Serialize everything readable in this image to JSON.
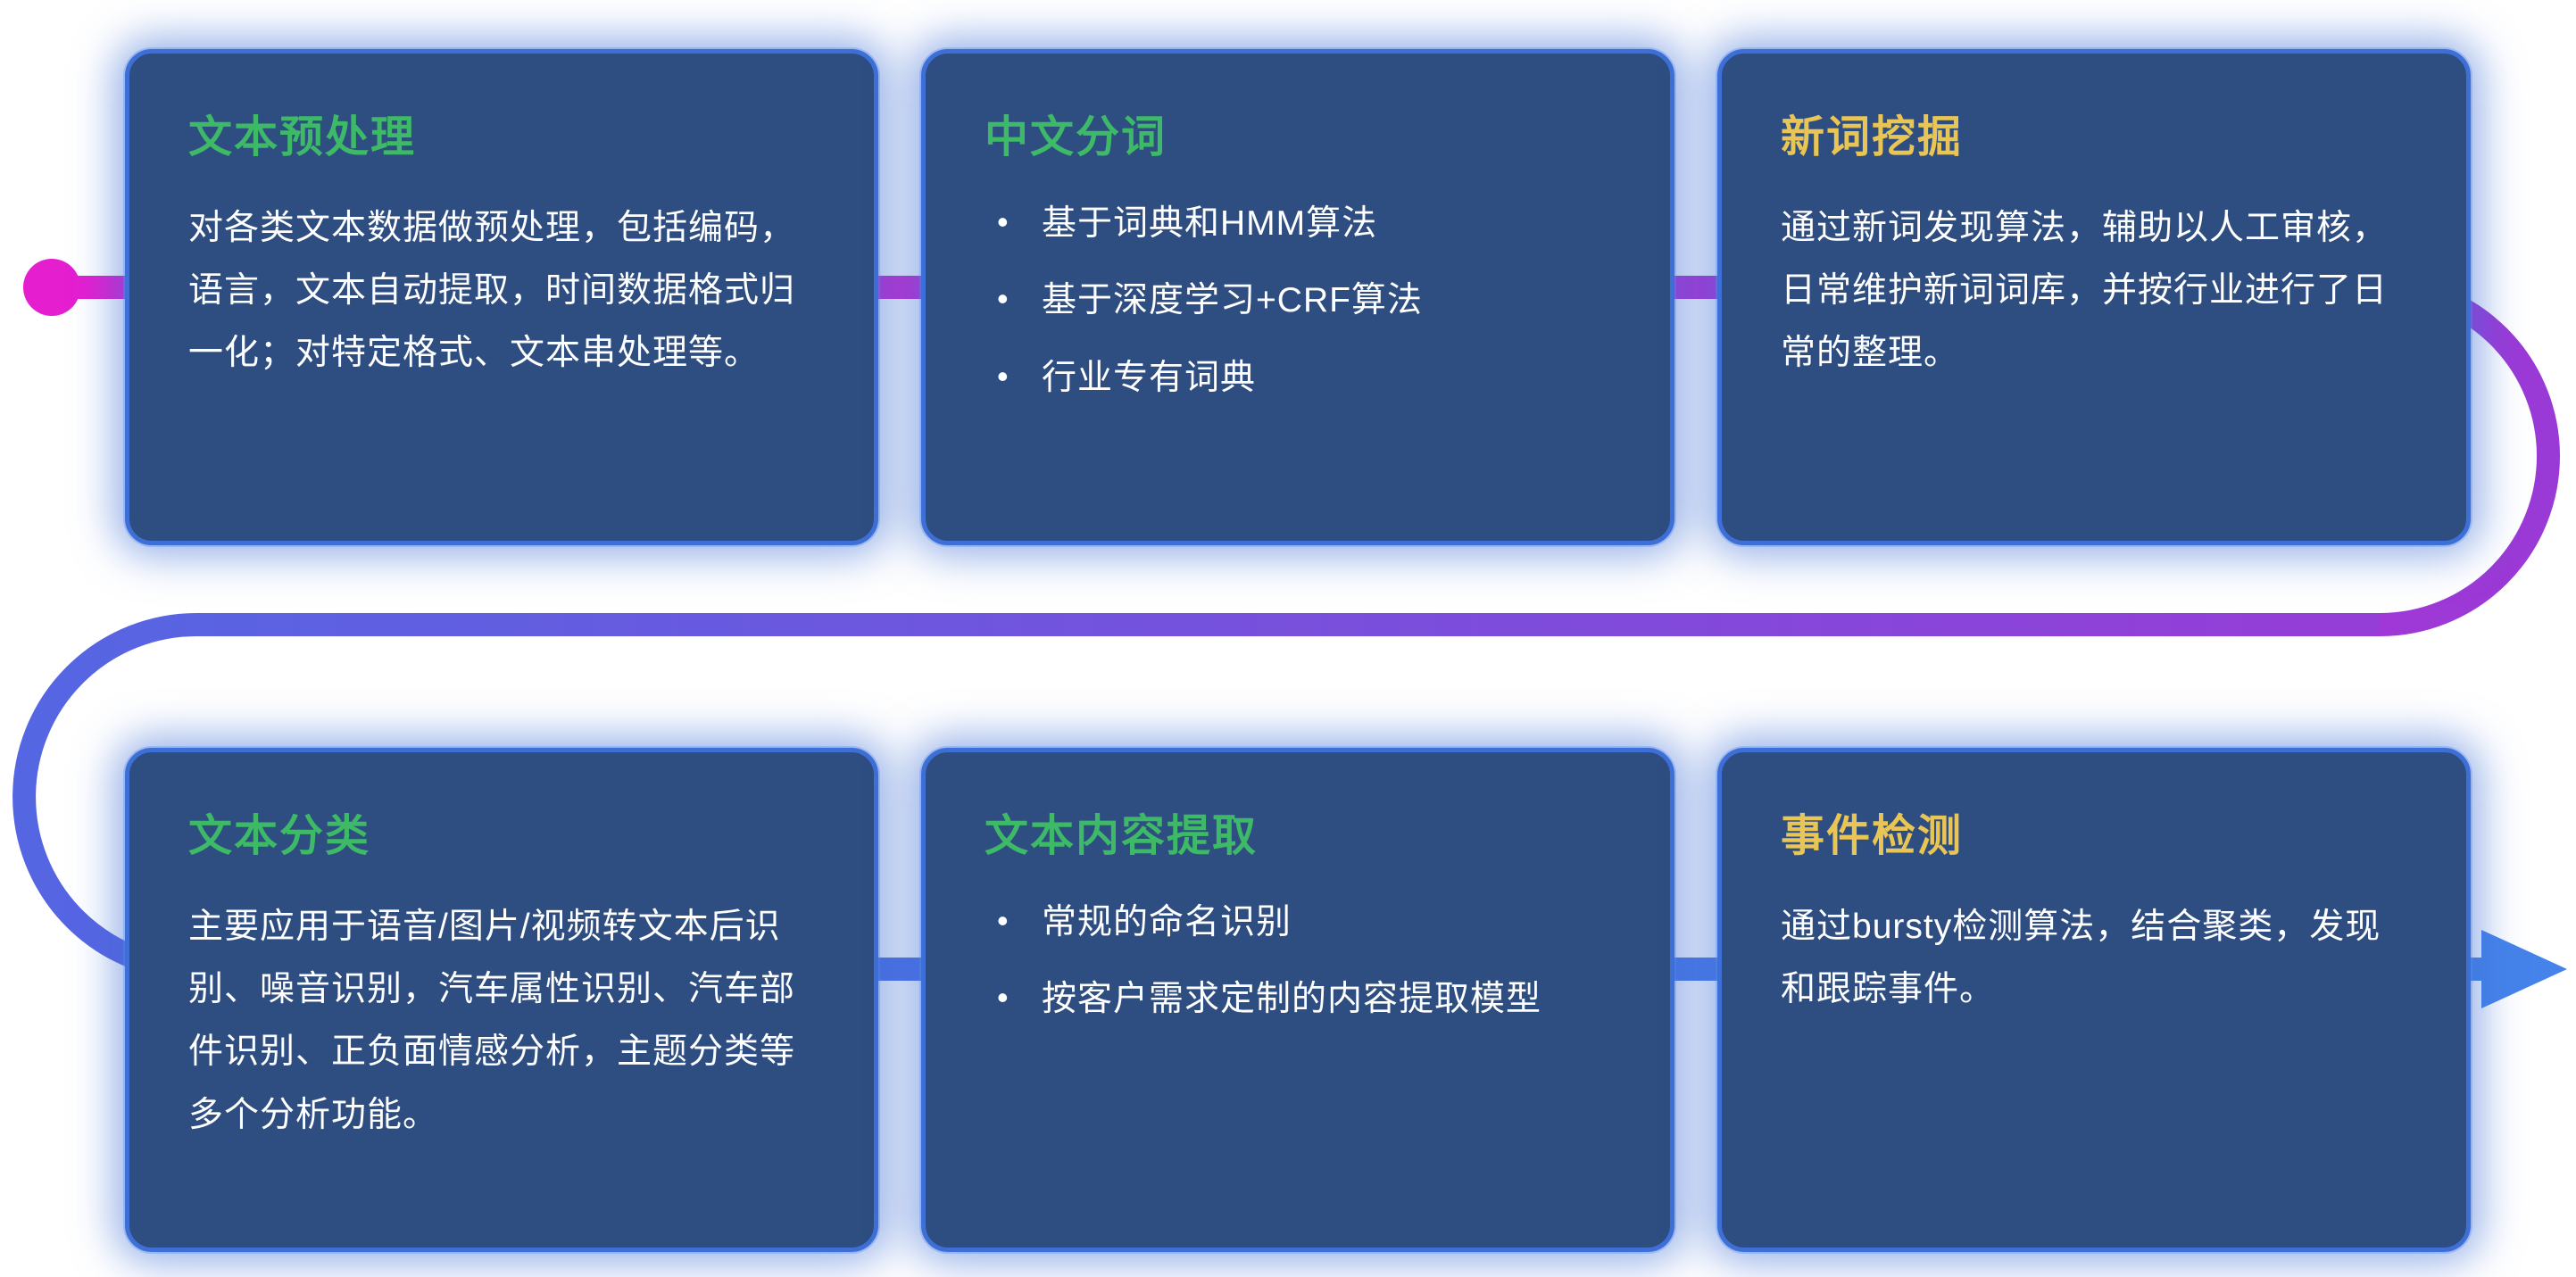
{
  "theme": {
    "background": "#ffffff",
    "card_bg": "#2e4d80",
    "card_border": "#3e6fd6",
    "body_text": "#ffffff",
    "green_title": "#3db968",
    "yellow_title": "#e8c554"
  },
  "flow": {
    "start_color": "#e51ed0",
    "end_color": "#4583ea",
    "seg_a": {
      "from": "#e51ed0",
      "to": "#9a3ad6"
    },
    "seg_b": {
      "from": "#9a3ad6",
      "to": "#5566e3"
    },
    "seg_c": {
      "from": "#5366e2",
      "to": "#4583ea"
    }
  },
  "cards": [
    {
      "title": "文本预处理",
      "title_color": "#3db968",
      "body": "对各类文本数据做预处理，包括编码，语言，文本自动提取，时间数据格式归一化；对特定格式、文本串处理等。",
      "bullets": []
    },
    {
      "title": "中文分词",
      "title_color": "#3db968",
      "body": "",
      "bullets": [
        "基于词典和HMM算法",
        "基于深度学习+CRF算法",
        "行业专有词典"
      ]
    },
    {
      "title": "新词挖掘",
      "title_color": "#e8c554",
      "body": "通过新词发现算法，辅助以人工审核，日常维护新词词库，并按行业进行了日常的整理。",
      "bullets": []
    },
    {
      "title": "文本分类",
      "title_color": "#3db968",
      "body": "主要应用于语音/图片/视频转文本后识别、噪音识别，汽车属性识别、汽车部件识别、正负面情感分析，主题分类等多个分析功能。",
      "bullets": []
    },
    {
      "title": "文本内容提取",
      "title_color": "#3db968",
      "body": "",
      "bullets": [
        "常规的命名识别",
        "按客户需求定制的内容提取模型"
      ]
    },
    {
      "title": "事件检测",
      "title_color": "#e8c554",
      "body": "通过bursty检测算法，结合聚类，发现和跟踪事件。",
      "bullets": []
    }
  ]
}
